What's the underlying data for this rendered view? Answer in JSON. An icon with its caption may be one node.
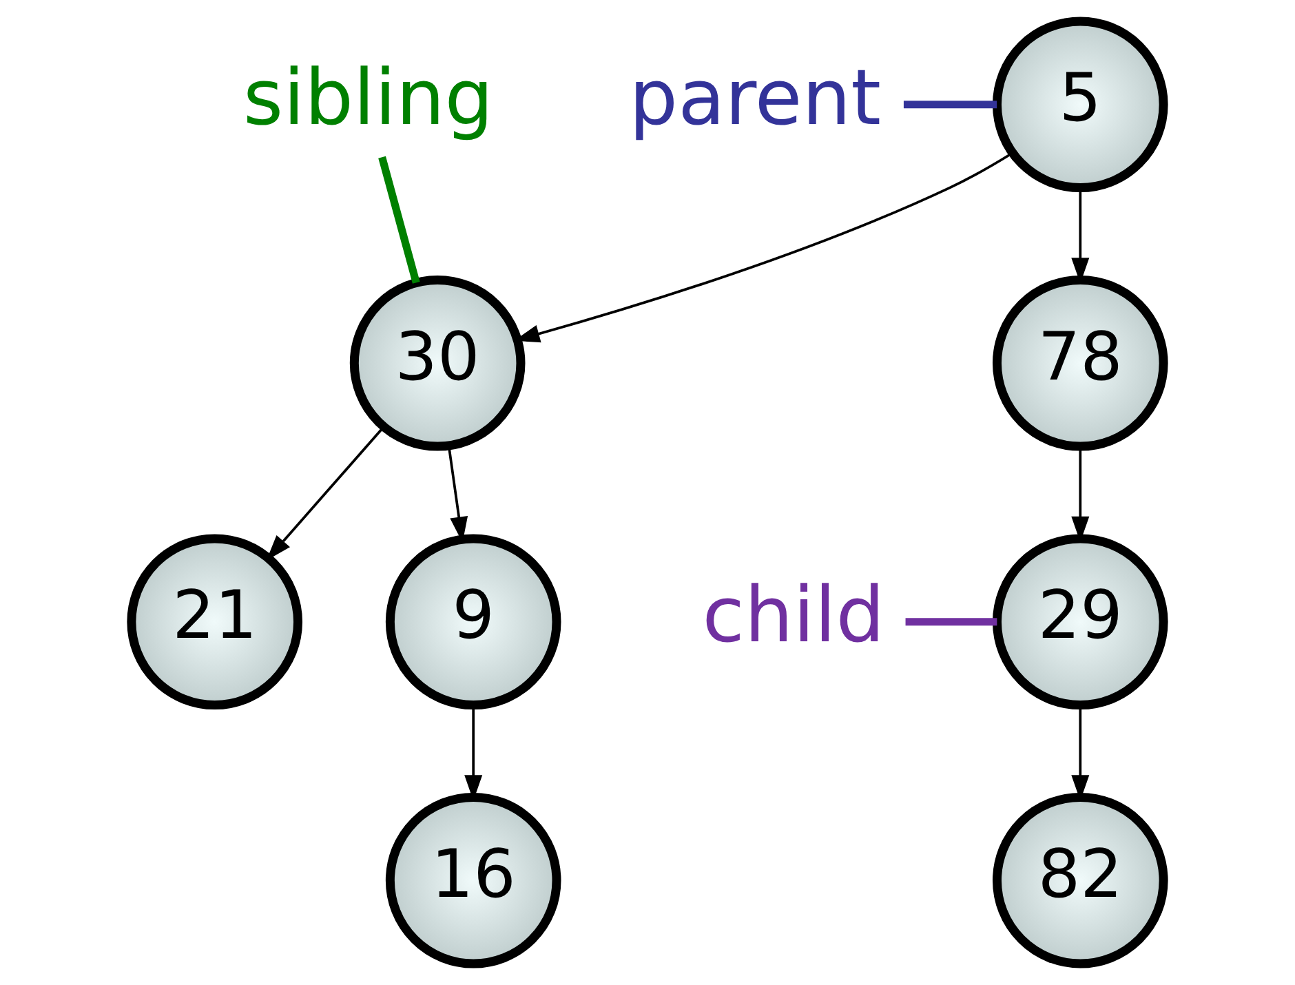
{
  "diagram": {
    "nodes": [
      {
        "text": [
          "sibling"
        ]
      },
      {
        "text": [
          "parent"
        ]
      },
      {
        "text": [
          "5"
        ]
      },
      {
        "text": [
          "78"
        ]
      },
      {
        "text": [
          "30"
        ]
      },
      {
        "text": [
          "child"
        ]
      },
      {
        "text": [
          "29"
        ]
      },
      {
        "text": [
          "21"
        ]
      },
      {
        "text": [
          "9"
        ]
      },
      {
        "text": [
          "82"
        ]
      },
      {
        "text": [
          "16"
        ]
      }
    ],
    "edges": [
      {
        "from": 2,
        "to": 3,
        "arrow": "to"
      },
      {
        "from": 2,
        "to": 4,
        "arrow": "to"
      },
      {
        "from": 3,
        "to": 6,
        "arrow": "to"
      },
      {
        "from": 4,
        "to": 7,
        "arrow": "to"
      },
      {
        "from": 4,
        "to": 8,
        "arrow": "to"
      },
      {
        "from": 6,
        "to": 9,
        "arrow": "to"
      },
      {
        "from": 8,
        "to": 10,
        "arrow": "to"
      },
      {
        "from": 1,
        "to": 2,
        "arrow": "none",
        "style": "thick",
        "color": "#333399"
      },
      {
        "from": 0,
        "to": 4,
        "arrow": "none",
        "style": "thick",
        "color": "#008000"
      },
      {
        "from": 5,
        "to": 6,
        "arrow": "none",
        "style": "thick",
        "color": "#7030a0"
      }
    ]
  }
}
